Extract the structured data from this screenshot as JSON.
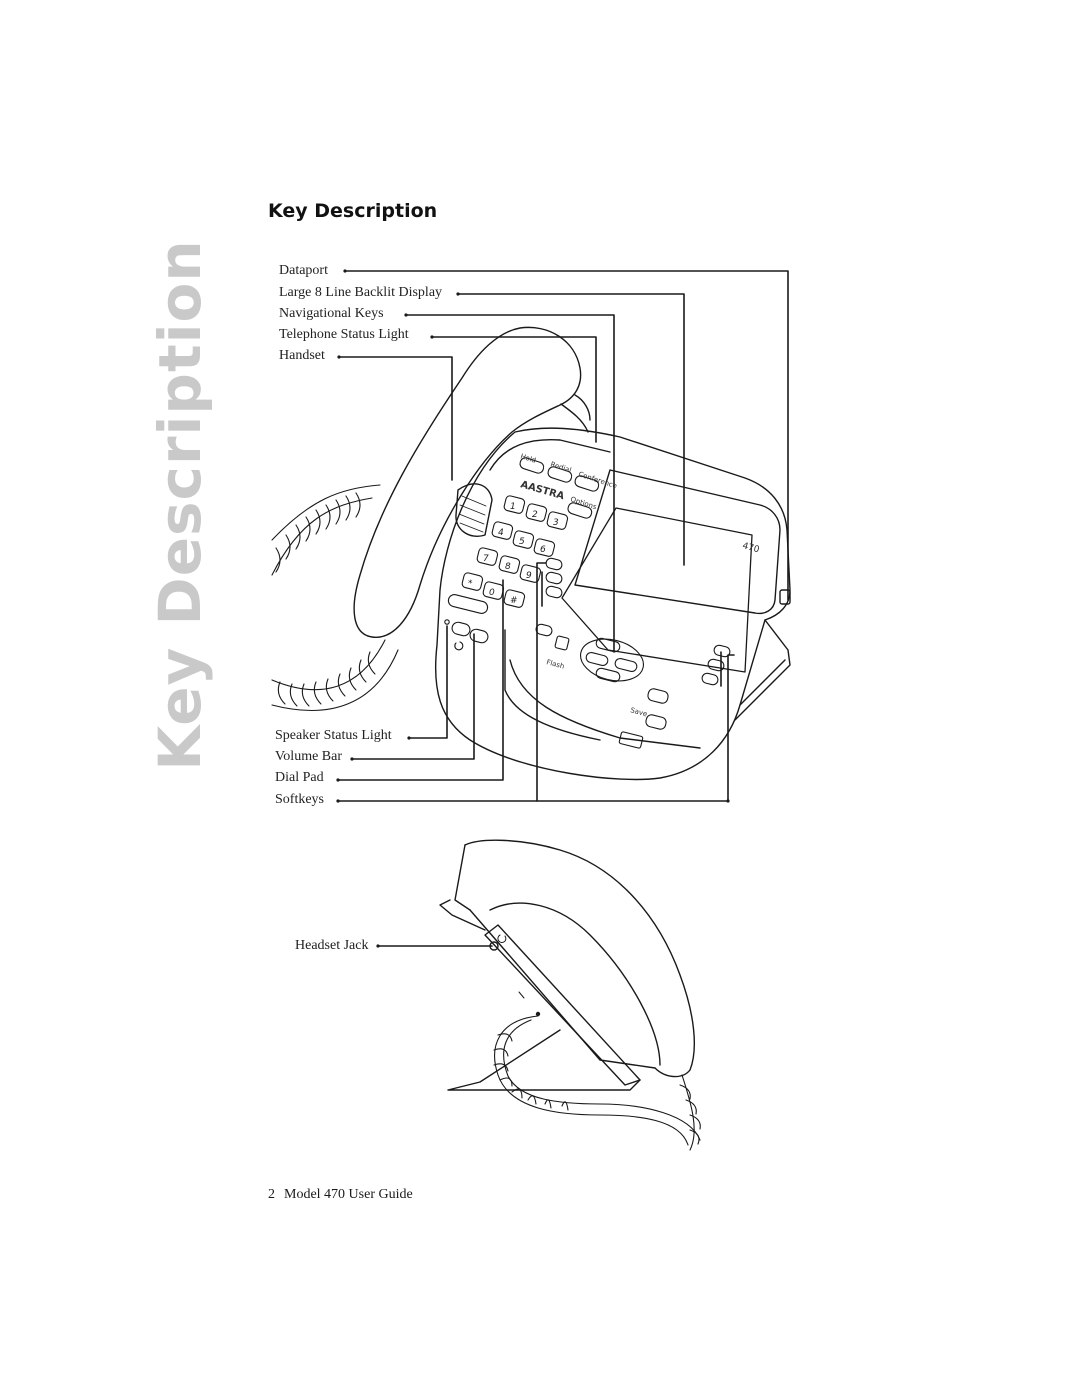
{
  "side_title": "Key Description",
  "heading": "Key Description",
  "callouts_top": [
    "Dataport",
    "Large 8 Line Backlit Display",
    "Navigational Keys",
    "Telephone Status Light",
    "Handset"
  ],
  "callouts_bottom": [
    "Speaker Status Light",
    "Volume Bar",
    "Dial Pad",
    "Softkeys"
  ],
  "side_view_callout": "Headset Jack",
  "phone_markings": {
    "brand": "AASTRA",
    "model": "470",
    "hold": "Hold",
    "redial": "Redial",
    "conference": "Conference",
    "options": "Options",
    "flash": "Flash",
    "save": "Save",
    "dial_keys": [
      "1",
      "2",
      "3",
      "4",
      "5",
      "6",
      "7",
      "8",
      "9",
      "*",
      "0",
      "#"
    ]
  },
  "footer": {
    "page_number": "2",
    "title": "Model 470 User Guide"
  }
}
